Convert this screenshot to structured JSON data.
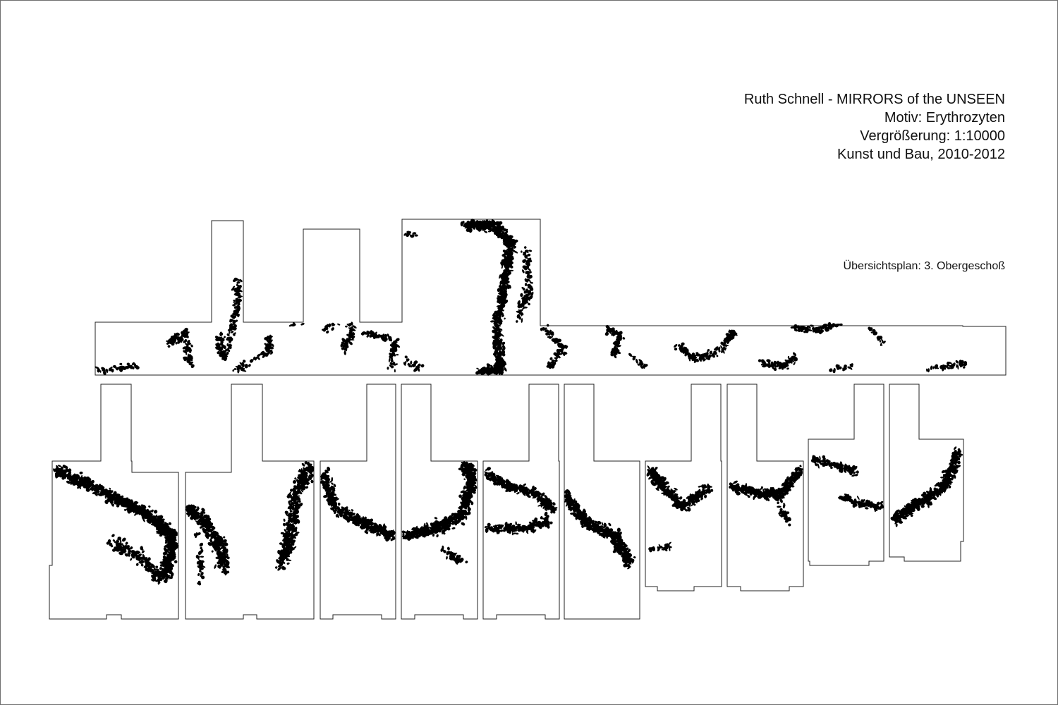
{
  "title_block": {
    "line1": "Ruth Schnell - MIRRORS of the UNSEEN",
    "line2": "Motiv: Erythrozyten",
    "line3": "Vergrößerung: 1:10000",
    "line4": "Kunst und Bau, 2010-2012"
  },
  "plan_label": "Übersichtsplan: 3. Obergeschoß",
  "colors": {
    "outline": "#222222",
    "cells": "#000000",
    "background": "#ffffff"
  },
  "pattern": "red-blood-cell (erythrocyte) scatter pattern on floor plan"
}
